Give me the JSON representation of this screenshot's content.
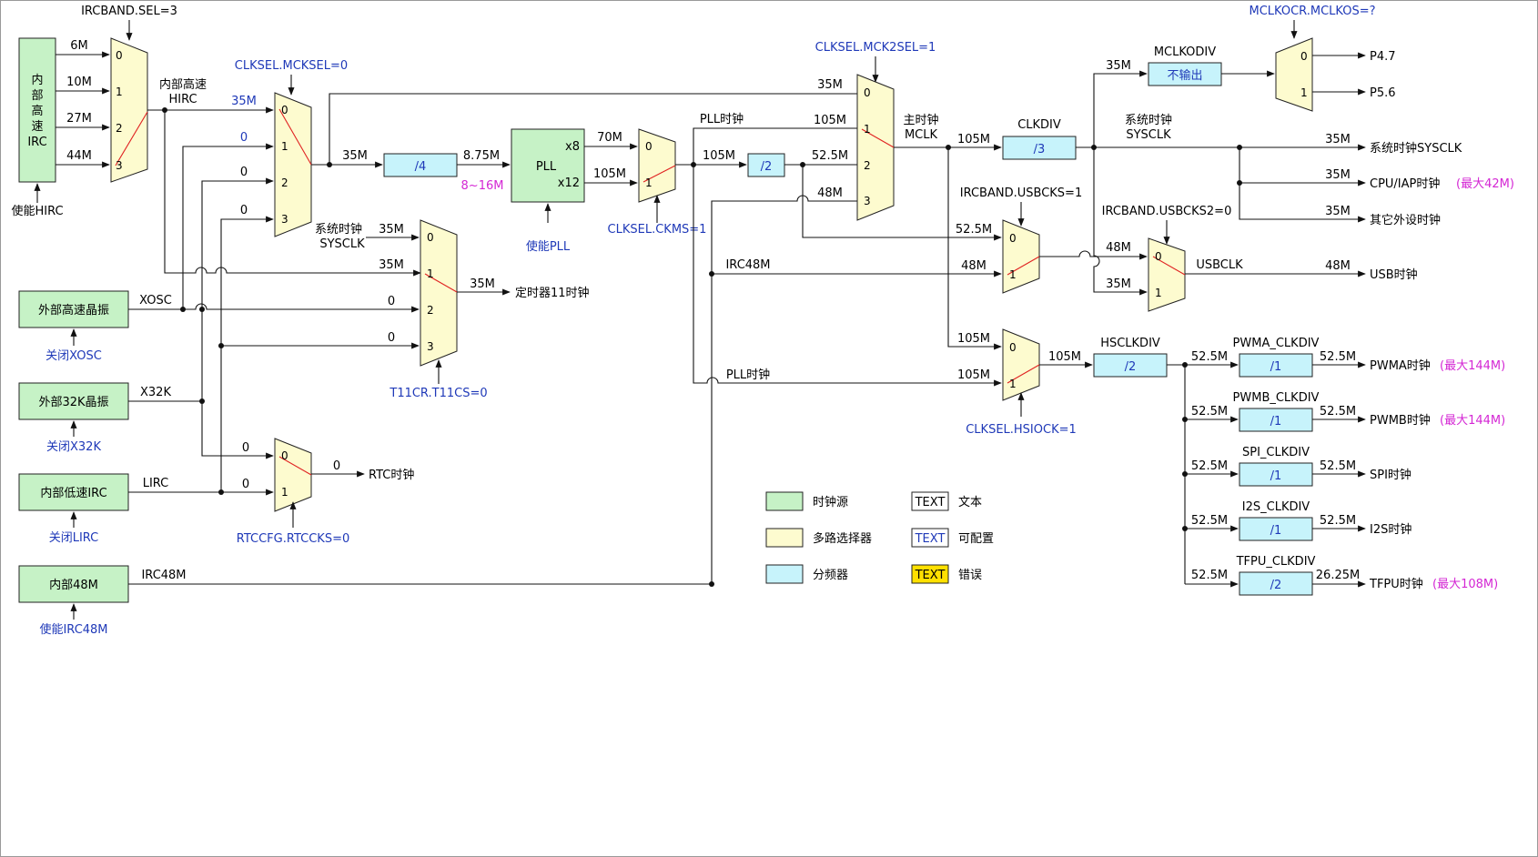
{
  "sources": {
    "hirc": "内部\n高\n速\nIRC",
    "xosc": "外部高速晶振",
    "x32k": "外部32K晶振",
    "lirc": "内部低速IRC",
    "irc48m": "内部48M",
    "pll": "PLL"
  },
  "enables": {
    "hirc": "使能HIRC",
    "xosc": "关闭XOSC",
    "x32k": "关闭X32K",
    "lirc": "关闭LIRC",
    "irc48m": "使能IRC48M",
    "pll": "使能PLL"
  },
  "controls": {
    "ircband_sel": "IRCBAND.SEL=3",
    "clksel_mcksel": "CLKSEL.MCKSEL=0",
    "t11cr": "T11CR.T11CS=0",
    "rtccfg": "RTCCFG.RTCCKS=0",
    "clksel_ckms": "CLKSEL.CKMS=1",
    "clksel_mck2sel": "CLKSEL.MCK2SEL=1",
    "ircband_usbcks": "IRCBAND.USBCKS=1",
    "ircband_usbcks2": "IRCBAND.USBCKS2=0",
    "clksel_hsiock": "CLKSEL.HSIOCK=1",
    "mclkocr": "MCLKOCR.MCLKOS=?"
  },
  "signals": {
    "hirc_name1": "内部高速",
    "hirc_name2": "HIRC",
    "xosc": "XOSC",
    "x32k": "X32K",
    "lirc": "LIRC",
    "irc48m_a": "IRC48M",
    "irc48m_b": "IRC48M",
    "sysclk_a1": "系统时钟",
    "sysclk_a2": "SYSCLK",
    "sysclk_b1": "系统时钟",
    "sysclk_b2": "SYSCLK",
    "pllclk_a": "PLL时钟",
    "pllclk_b": "PLL时钟",
    "mclk1": "主时钟",
    "mclk2": "MCLK",
    "usbclk": "USBCLK"
  },
  "divider_names": {
    "clkdiv": "CLKDIV",
    "mclkodiv": "MCLKODIV",
    "hsclkdiv": "HSCLKDIV",
    "pwma": "PWMA_CLKDIV",
    "pwmb": "PWMB_CLKDIV",
    "spi": "SPI_CLKDIV",
    "i2s": "I2S_CLKDIV",
    "tfpu": "TFPU_CLKDIV"
  },
  "dividers": {
    "pre_pll": "/4",
    "pll_half": "/2",
    "clkdiv": "/3",
    "mclkodiv": "不输出",
    "hsclkdiv": "/2",
    "pwma": "/1",
    "pwmb": "/1",
    "spi": "/1",
    "i2s": "/1",
    "tfpu": "/2"
  },
  "pll_outputs": {
    "x8": "x8",
    "x12": "x12"
  },
  "pll_range": "8~16M",
  "mux_inputs": {
    "zero": "0",
    "one": "1",
    "two": "2",
    "three": "3"
  },
  "freqs": {
    "hirc_6m": "6M",
    "hirc_10m": "10M",
    "hirc_27m": "27M",
    "hirc_44m": "44M",
    "mck_in0": "35M",
    "mck_in1": "0",
    "mck_in2": "0",
    "mck_in3": "0",
    "mck_out": "35M",
    "pre_pll_out": "8.75M",
    "pll_70": "70M",
    "pll_105": "105M",
    "ckms_out": "105M",
    "t11_in0": "35M",
    "t11_in1": "35M",
    "t11_in2": "0",
    "t11_in3": "0",
    "t11_out": "35M",
    "rtc_in0": "0",
    "rtc_in1": "0",
    "rtc_out": "0",
    "mck2_in0": "35M",
    "mck2_in1": "105M",
    "mck2_in2": "52.5M",
    "mck2_in3": "48M",
    "mclk_out": "105M",
    "mclko_in": "35M",
    "sys_35": "35M",
    "cpu_35": "35M",
    "oth_35": "35M",
    "usbcks_in0": "52.5M",
    "usbcks_in1": "48M",
    "usb2_in0": "48M",
    "usb2_in1": "35M",
    "usb_out": "48M",
    "hsiock_in0": "105M",
    "hsiock_in1": "105M",
    "hsiock_out": "105M",
    "pwma_in": "52.5M",
    "pwma_out": "52.5M",
    "pwmb_in": "52.5M",
    "pwmb_out": "52.5M",
    "spi_in": "52.5M",
    "spi_out": "52.5M",
    "i2s_in": "52.5M",
    "i2s_out": "52.5M",
    "tfpu_in": "52.5M",
    "tfpu_out": "26.25M"
  },
  "outputs": {
    "p47": "P4.7",
    "p56": "P5.6",
    "timer11": "定时器11时钟",
    "rtc": "RTC时钟",
    "sysclk": "系统时钟SYSCLK",
    "cpu": "CPU/IAP时钟",
    "cpu_max": "(最大42M)",
    "other": "其它外设时钟",
    "usb": "USB时钟",
    "pwma": "PWMA时钟",
    "pwma_max": "(最大144M)",
    "pwmb": "PWMB时钟",
    "pwmb_max": "(最大144M)",
    "spi": "SPI时钟",
    "i2s": "I2S时钟",
    "tfpu": "TFPU时钟",
    "tfpu_max": "(最大108M)"
  },
  "legend": {
    "clock_source": "时钟源",
    "mux": "多路选择器",
    "divider": "分频器",
    "sample": "TEXT",
    "text": "文本",
    "configurable": "可配置",
    "error": "错误"
  },
  "colors": {
    "source": "#c6f2c6",
    "divider": "#c7f3fb",
    "mux": "#fdfbcf",
    "config_text": "#1f39b8",
    "highlight_text": "#d427d4",
    "error": "#ffe000",
    "select_line": "#e02222"
  }
}
